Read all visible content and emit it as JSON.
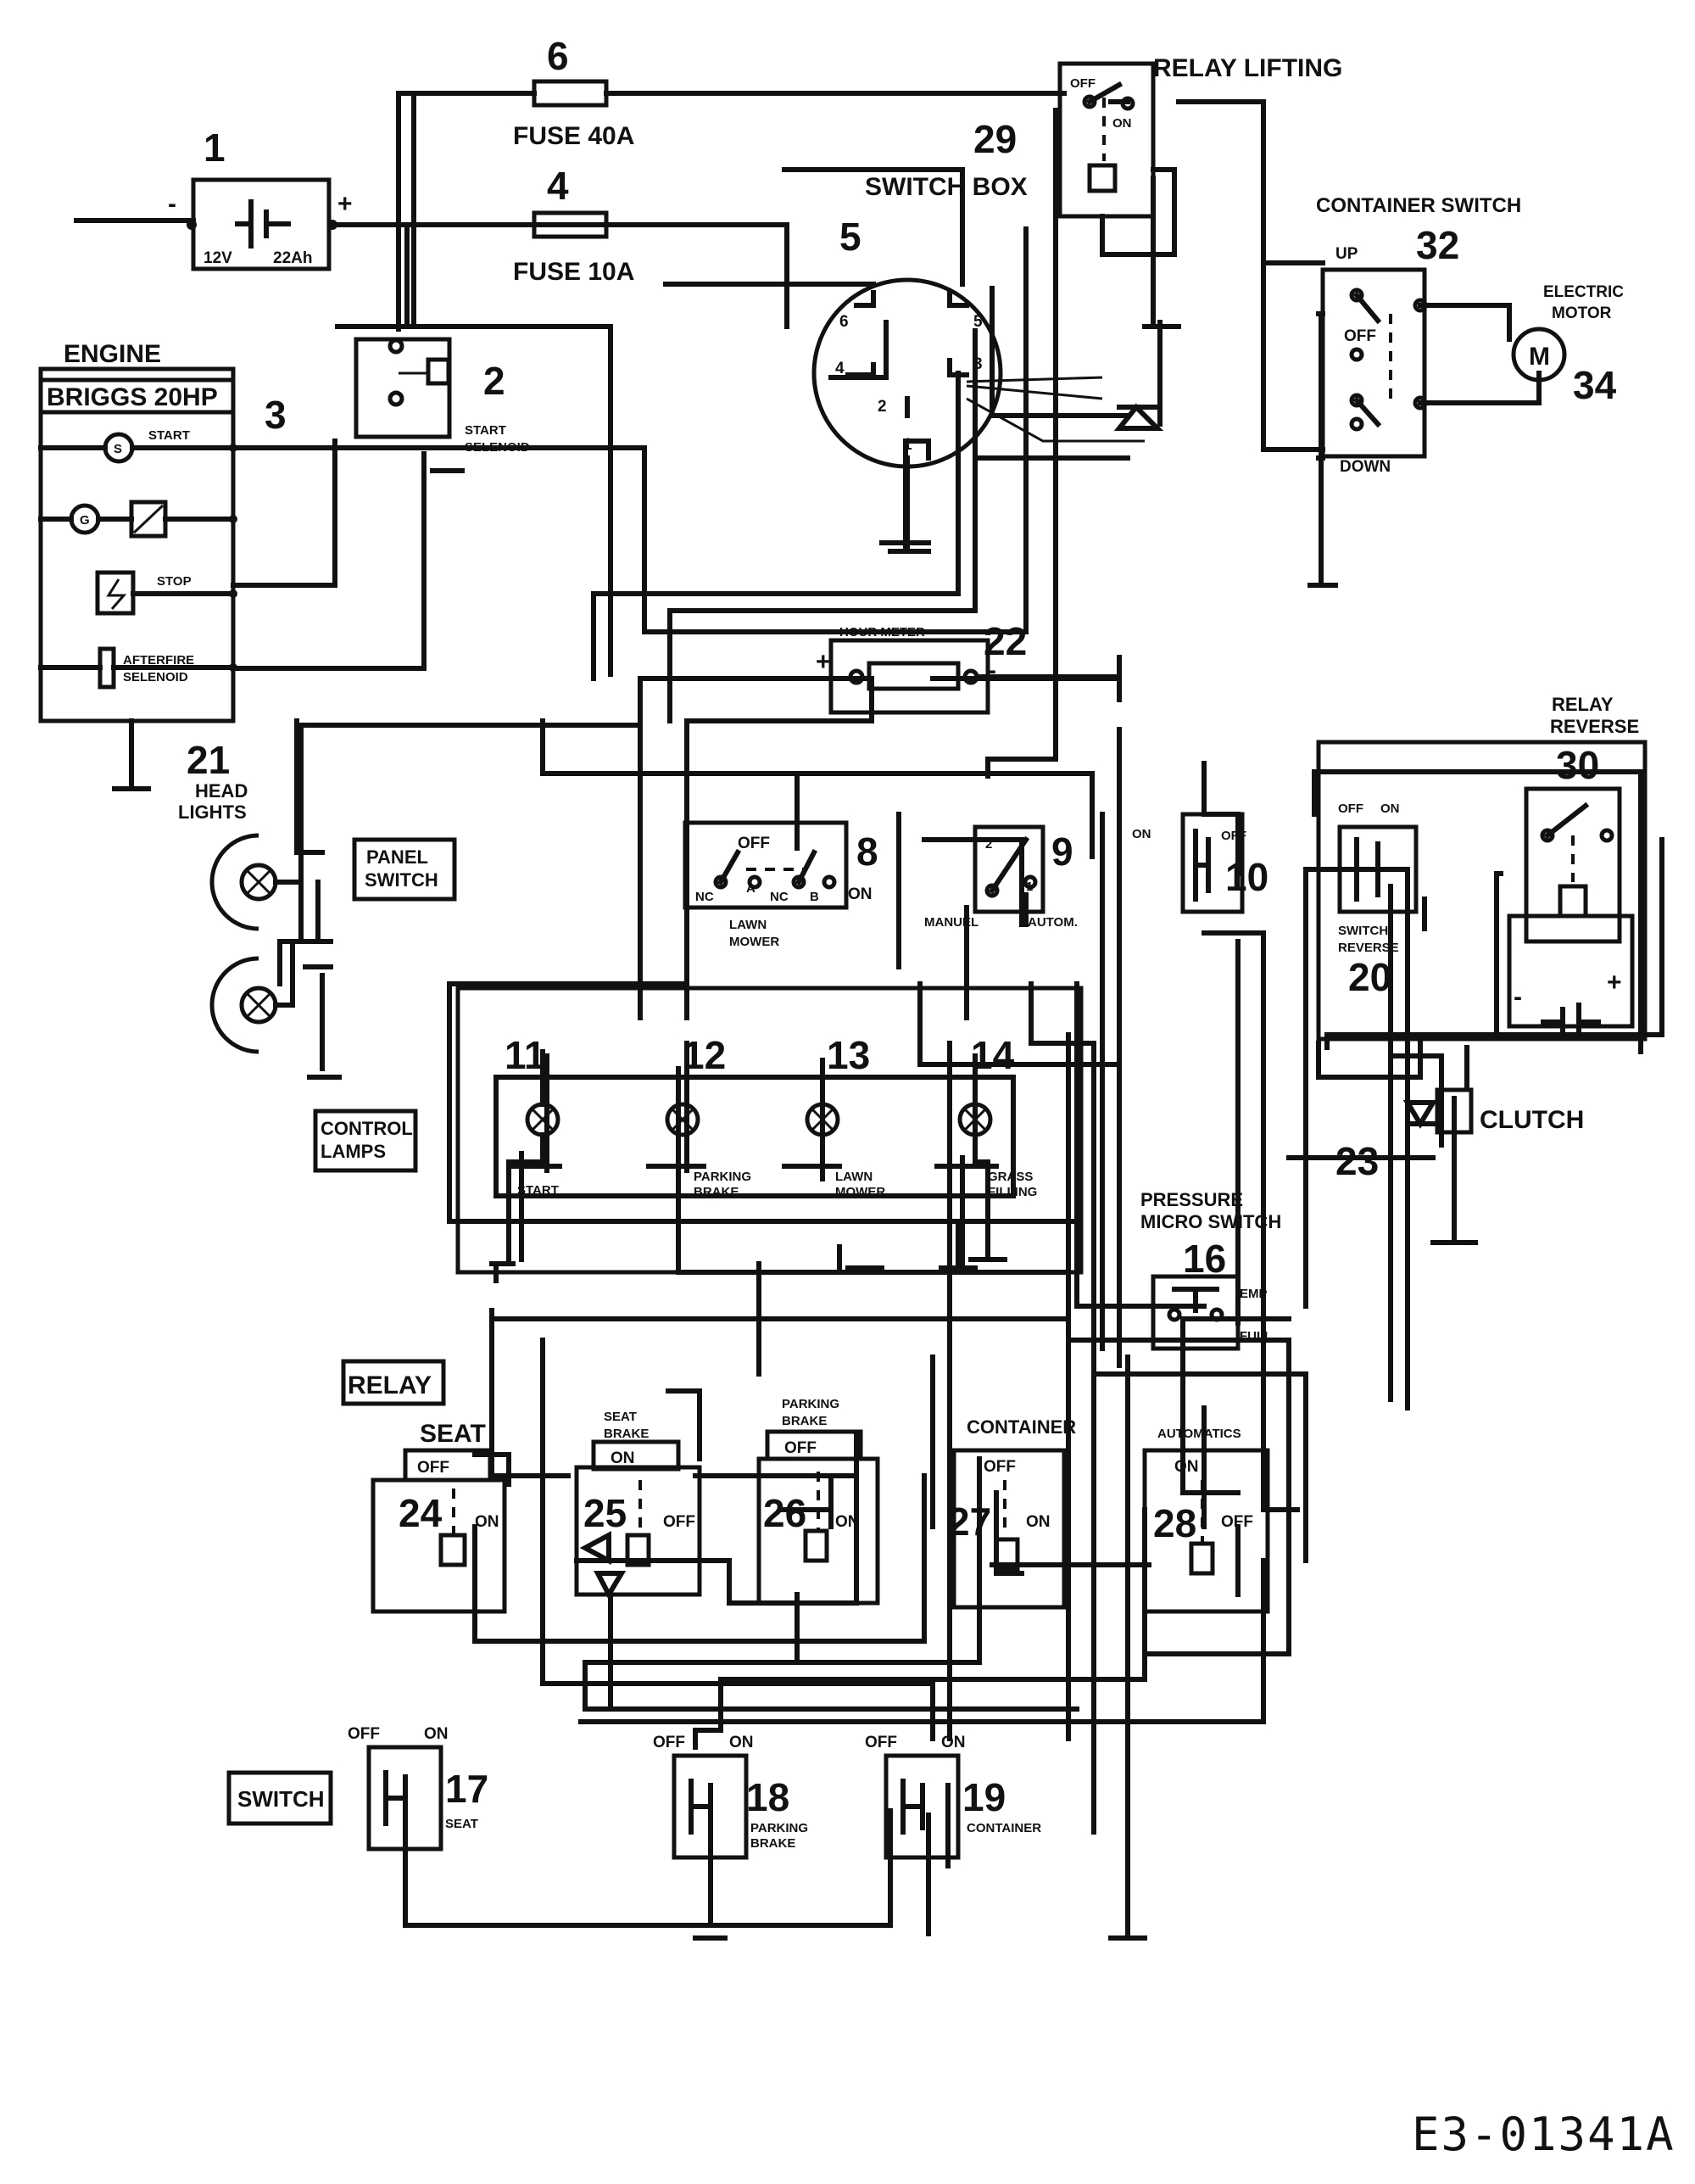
{
  "components": {
    "battery": {
      "num": "1",
      "volt": "12V",
      "cap": "22Ah",
      "neg": "-",
      "pos": "+"
    },
    "engine": {
      "title": "ENGINE",
      "model": "BRIGGS 20HP",
      "num": "3",
      "start": "START",
      "stop": "STOP",
      "afterfire1": "AFTERFIRE",
      "afterfire2": "SELENOID",
      "start_sym": "S",
      "gen_sym": "G"
    },
    "start_selenoid": {
      "num": "2",
      "l1": "START",
      "l2": "SELENOID"
    },
    "fuse10": {
      "num": "4",
      "label": "FUSE 10A"
    },
    "switch_box": {
      "num": "5",
      "label": "SWITCH BOX",
      "t1": "1",
      "t2": "2",
      "t3": "3",
      "t4": "4",
      "t5": "5",
      "t6": "6"
    },
    "fuse40": {
      "num": "6",
      "label": "FUSE 40A"
    },
    "relay_lifting": {
      "num": "29",
      "label": "RELAY LIFTING",
      "off": "OFF",
      "on": "ON"
    },
    "container_switch": {
      "num": "32",
      "label": "CONTAINER SWITCH",
      "up": "UP",
      "off": "OFF",
      "down": "DOWN"
    },
    "electric_motor": {
      "num": "34",
      "l1": "ELECTRIC",
      "l2": "MOTOR",
      "sym": "M"
    },
    "head_lights": {
      "num": "21",
      "l1": "HEAD",
      "l2": "LIGHTS"
    },
    "panel_switch": {
      "l1": "PANEL",
      "l2": "SWITCH"
    },
    "hour_meter": {
      "num": "22",
      "label": "HOUR METER",
      "plus": "+",
      "minus": "-"
    },
    "sw8": {
      "num": "8",
      "off": "OFF",
      "on": "ON",
      "nc1": "NC",
      "a": "A",
      "nc2": "NC",
      "b": "B",
      "l1": "LAWN",
      "l2": "MOWER"
    },
    "sw9": {
      "num": "9",
      "t2": "2",
      "t1": "1",
      "manual": "MANUEL",
      "auto": "AUTOM."
    },
    "sw10": {
      "num": "10",
      "on": "ON",
      "off": "OFF"
    },
    "relay_reverse": {
      "num": "30",
      "l1": "RELAY",
      "l2": "REVERSE"
    },
    "switch_reverse": {
      "num": "20",
      "off": "OFF",
      "on": "ON",
      "l1": "SWITCH",
      "l2": "REVERSE",
      "minus": "-",
      "plus": "+"
    },
    "clutch": {
      "num": "23",
      "label": "CLUTCH"
    },
    "control_lamps": {
      "l1": "CONTROL",
      "l2": "LAMPS"
    },
    "lamps": [
      {
        "num": "11",
        "l1": "START",
        "l2": ""
      },
      {
        "num": "12",
        "l1": "PARKING",
        "l2": "BRAKE"
      },
      {
        "num": "13",
        "l1": "LAWN",
        "l2": "MOWER"
      },
      {
        "num": "14",
        "l1": "GRASS",
        "l2": "FILLING"
      }
    ],
    "pressure_switch": {
      "num": "16",
      "l1": "PRESSURE",
      "l2": "MICRO SWITCH",
      "emp": "EMP",
      "full": "FULL"
    },
    "relay_label": "RELAY",
    "relays": [
      {
        "num": "24",
        "title": "SEAT",
        "title2": "",
        "off": "OFF",
        "on": "ON"
      },
      {
        "num": "25",
        "title": "SEAT",
        "title2": "BRAKE",
        "off": "OFF",
        "on": "ON"
      },
      {
        "num": "26",
        "title": "PARKING",
        "title2": "BRAKE",
        "off": "OFF",
        "on": "ON"
      },
      {
        "num": "27",
        "title": "CONTAINER",
        "title2": "",
        "off": "OFF",
        "on": "ON"
      },
      {
        "num": "28",
        "title": "AUTOMATICS",
        "title2": "",
        "off": "OFF",
        "on": "ON"
      }
    ],
    "switch_label": "SWITCH",
    "switches": [
      {
        "num": "17",
        "off": "OFF",
        "on": "ON",
        "l1": "SEAT",
        "l2": ""
      },
      {
        "num": "18",
        "off": "OFF",
        "on": "ON",
        "l1": "PARKING",
        "l2": "BRAKE"
      },
      {
        "num": "19",
        "off": "OFF",
        "on": "ON",
        "l1": "CONTAINER",
        "l2": ""
      }
    ]
  },
  "reference": "E3-01341A"
}
